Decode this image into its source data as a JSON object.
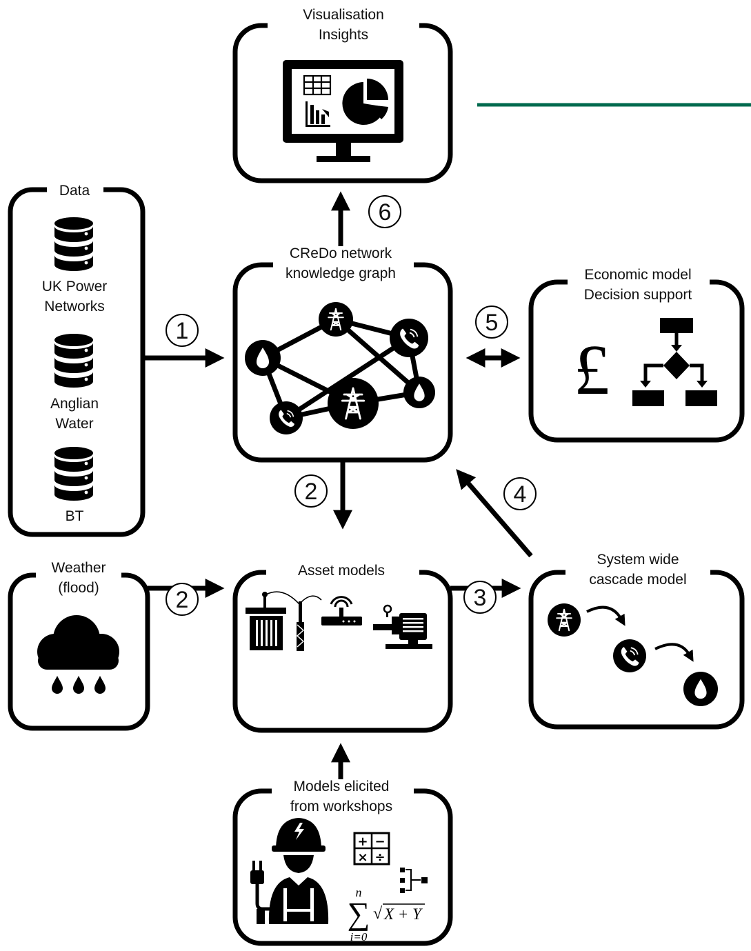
{
  "nodes": {
    "visualisation": {
      "title_line1": "Visualisation",
      "title_line2": "Insights"
    },
    "data": {
      "title": "Data",
      "items": [
        "UK Power",
        "Networks",
        "Anglian",
        "Water",
        "BT"
      ]
    },
    "knowledge_graph": {
      "title_line1": "CReDo network",
      "title_line2": "knowledge graph"
    },
    "economic": {
      "title_line1": "Economic model",
      "title_line2": "Decision support",
      "currency_symbol": "£"
    },
    "weather": {
      "title_line1": "Weather",
      "title_line2": "(flood)"
    },
    "asset_models": {
      "title": "Asset models"
    },
    "cascade": {
      "title_line1": "System wide",
      "title_line2": "cascade model"
    },
    "workshops": {
      "title_line1": "Models elicited",
      "title_line2": "from workshops"
    }
  },
  "steps": {
    "s1": "1",
    "s2a": "2",
    "s2b": "2",
    "s3": "3",
    "s4": "4",
    "s5": "5",
    "s6": "6"
  },
  "math": {
    "sum_upper": "n",
    "sum_symbol": "∑",
    "sum_lower": "i=0",
    "root_expr": "X + Y",
    "root_symbol": "√",
    "calc_keys": [
      "+",
      "−",
      "×",
      "÷"
    ]
  },
  "colors": {
    "accent_line": "#006a4e",
    "ink": "#000000"
  },
  "icons": [
    "database-icon",
    "pylon-icon",
    "phone-icon",
    "water-drop-icon",
    "monitor-icon",
    "table-icon",
    "bar-chart-icon",
    "pie-chart-icon",
    "pound-icon",
    "flowchart-icon",
    "rain-cloud-icon",
    "substation-icon",
    "router-icon",
    "pump-icon",
    "engineer-icon",
    "calculator-icon",
    "hierarchy-icon"
  ]
}
